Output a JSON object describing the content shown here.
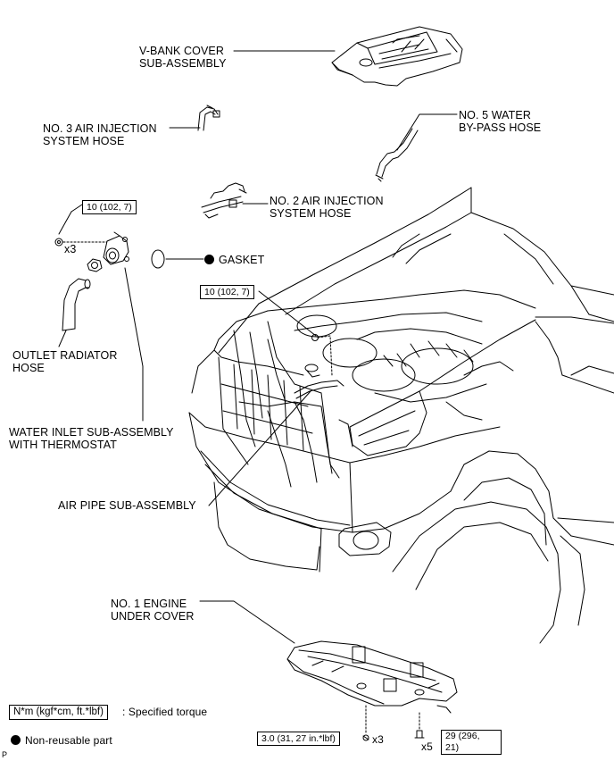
{
  "labels": {
    "v_bank_cover": [
      "V-BANK COVER",
      "SUB-ASSEMBLY"
    ],
    "no3_air_injection": [
      "NO. 3 AIR INJECTION",
      "SYSTEM HOSE"
    ],
    "no5_water_bypass": [
      "NO. 5 WATER",
      "BY-PASS HOSE"
    ],
    "no2_air_injection": [
      "NO. 2 AIR INJECTION",
      "SYSTEM HOSE"
    ],
    "gasket": "GASKET",
    "outlet_radiator_hose": [
      "OUTLET RADIATOR",
      "HOSE"
    ],
    "water_inlet": [
      "WATER INLET SUB-ASSEMBLY",
      "WITH THERMOSTAT"
    ],
    "air_pipe": "AIR PIPE SUB-ASSEMBLY",
    "no1_engine_under_cover": [
      "NO. 1 ENGINE",
      "UNDER COVER"
    ]
  },
  "torque": {
    "water_inlet_bolt": "10 (102, 7)",
    "air_pipe_bolt": "10 (102, 7)",
    "under_cover_bolt_small": "3.0 (31, 27 in.*lbf)",
    "under_cover_bolt_large": [
      "29 (296,",
      "21)"
    ]
  },
  "quantities": {
    "water_inlet_bolts": "x3",
    "under_cover_small_bolts": "x3",
    "under_cover_large_bolts": "x5"
  },
  "legend": {
    "torque_box": "N*m (kgf*cm, ft.*lbf)",
    "torque_desc": ": Specified torque",
    "nonreusable": "Non-reusable part"
  },
  "corner_mark": "P"
}
